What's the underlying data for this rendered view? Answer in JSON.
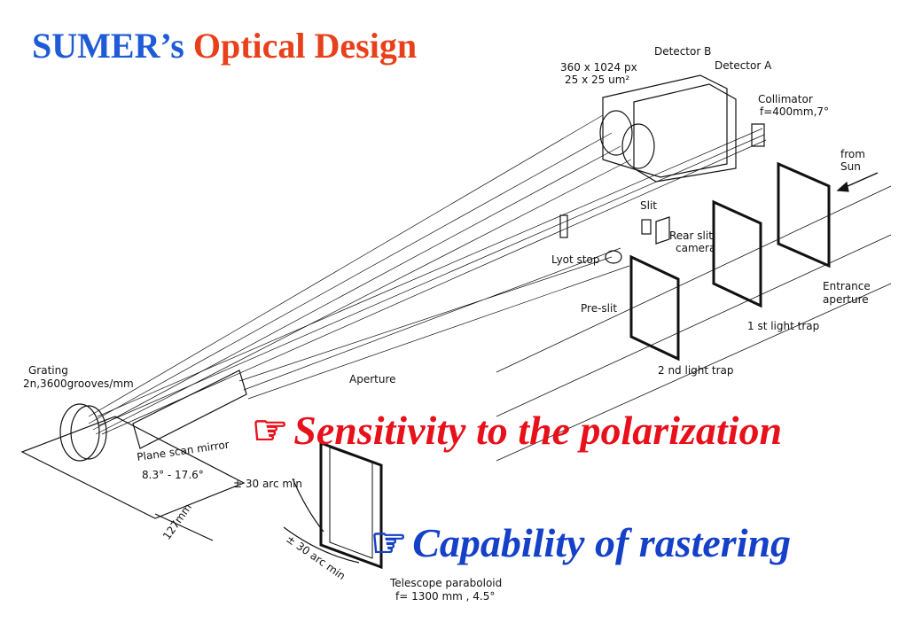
{
  "title": {
    "part1": "SUMER’s",
    "part2": " Optical Design",
    "color1": "#1f5bd6",
    "color2": "#e8401a"
  },
  "bullets": [
    {
      "icon": "pointing-hand-icon",
      "glyph": "☞",
      "text": "Sensitivity to the polarization",
      "color": "#e8101a"
    },
    {
      "icon": "pointing-hand-icon",
      "glyph": "☞",
      "text": "Capability of rastering",
      "color": "#1540c8"
    }
  ],
  "diagram_labels": {
    "detector_b": "Detector B",
    "detector_a": "Detector A",
    "pixels_1": "360 x 1024 px",
    "pixels_2": "25 x 25 um²",
    "collimator_1": "Collimator",
    "collimator_2": "f=400mm,7°",
    "from_sun_1": "from",
    "from_sun_2": "Sun",
    "slit": "Slit",
    "rear_slit_1": "Rear slit",
    "rear_slit_2": "camera",
    "lyot_stop": "Lyot stop",
    "pre_slit": "Pre-slit",
    "entrance_1": "Entrance",
    "entrance_2": "aperture",
    "light_trap_1": "1 st light trap",
    "light_trap_2": "2 nd light trap",
    "grating_1": "Grating",
    "grating_2": "2n,3600grooves/mm",
    "aperture": "Aperture",
    "plane_scan_1": "Plane scan mirror",
    "plane_scan_2": "8.3° - 17.6°",
    "arc_min_1": "± 30 arc min",
    "arc_min_2": "± 30 arc min",
    "distance": "127mm",
    "telescope_1": "Telescope paraboloid",
    "telescope_2": "f= 1300 mm , 4.5°"
  }
}
